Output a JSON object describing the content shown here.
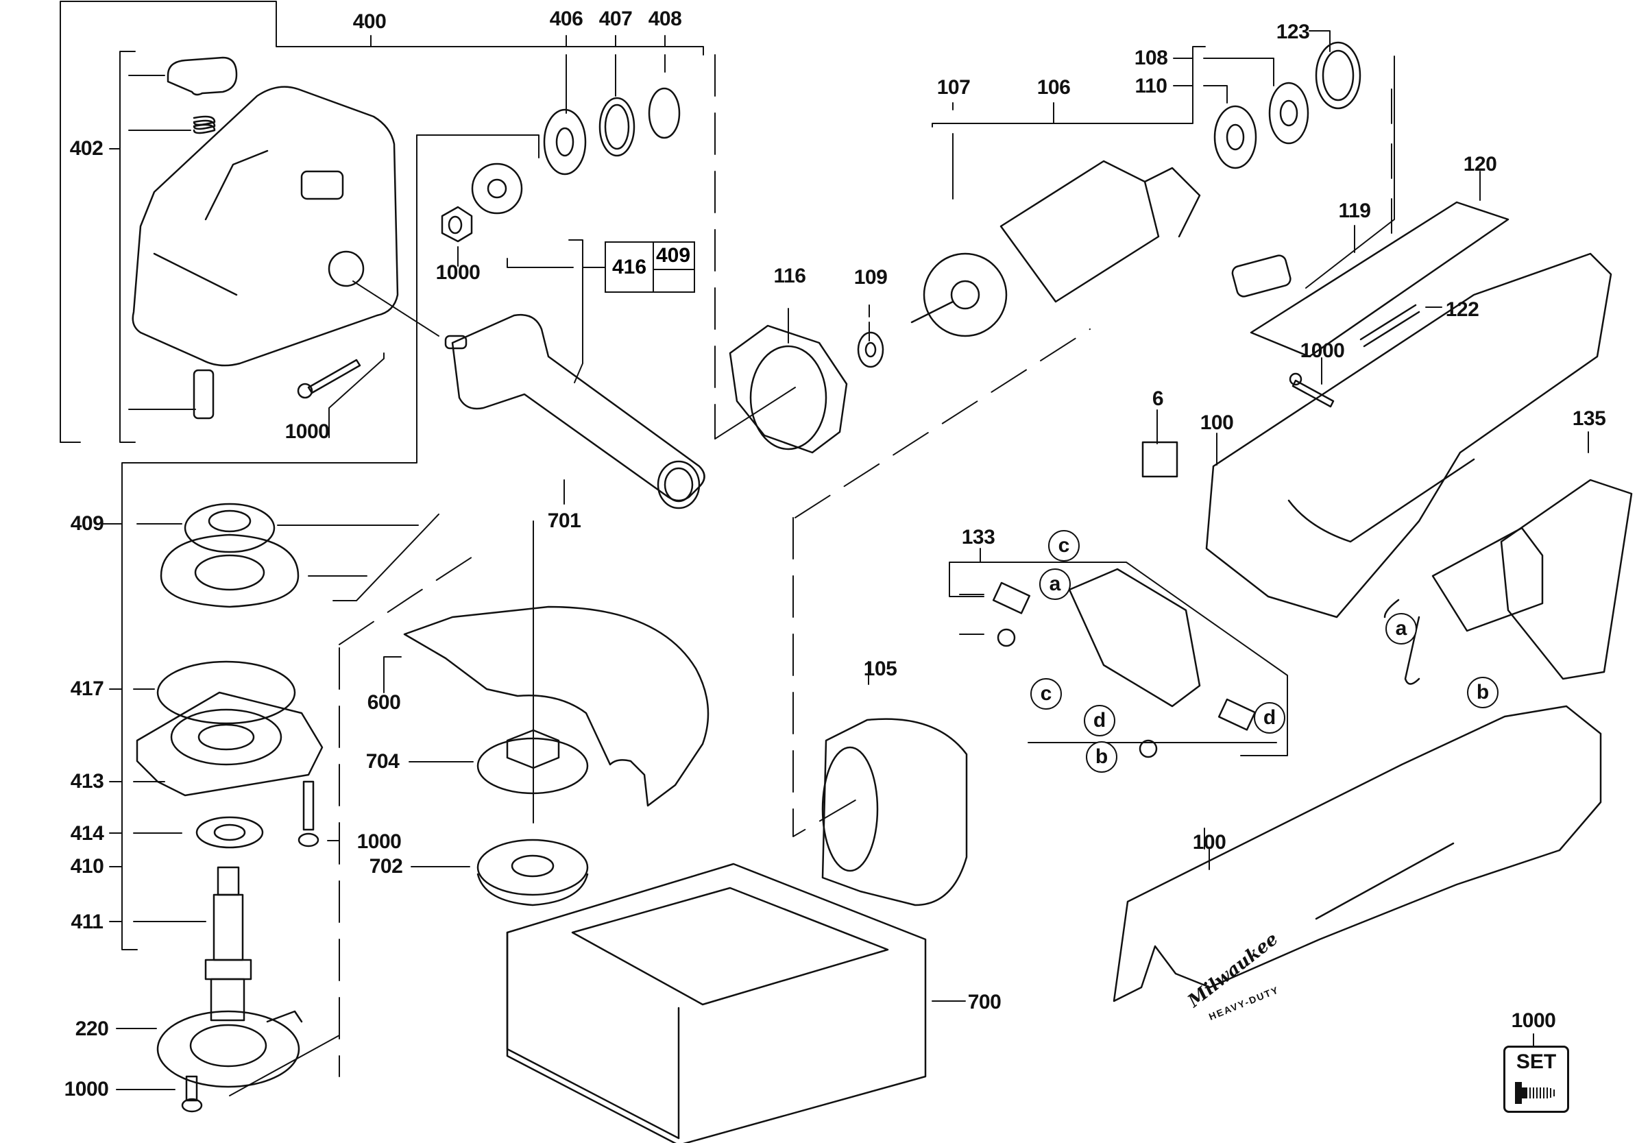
{
  "diagram": {
    "type": "exploded-parts-diagram",
    "subject": "angle grinder",
    "brand_mark": "Milwaukee",
    "brand_sub": "HEAVY-DUTY",
    "part_labels": {
      "p400": "400",
      "p406": "406",
      "p407": "407",
      "p408": "408",
      "p402": "402",
      "p1000_nut": "1000",
      "p1000_screw_top": "1000",
      "p416": "416",
      "p409_box": "409",
      "p701": "701",
      "p409": "409",
      "p417": "417",
      "p413": "413",
      "p414": "414",
      "p410": "410",
      "p411": "411",
      "p220": "220",
      "p1000_bottom": "1000",
      "p1000_flange": "1000",
      "p600": "600",
      "p704": "704",
      "p702": "702",
      "p700": "700",
      "p107": "107",
      "p106": "106",
      "p108": "108",
      "p110": "110",
      "p123": "123",
      "p116": "116",
      "p109": "109",
      "p120": "120",
      "p119": "119",
      "p122": "122",
      "p1000_housing": "1000",
      "p6": "6",
      "p100_upper": "100",
      "p135": "135",
      "p133": "133",
      "p105": "105",
      "p100_lower": "100",
      "p1000_set": "1000"
    },
    "callouts": {
      "c_top": "c",
      "a_brush": "a",
      "c_mid": "c",
      "d_left": "d",
      "d_right": "d",
      "b_spring": "b",
      "a_switch": "a",
      "b_switch": "b"
    },
    "set_badge": "SET"
  }
}
